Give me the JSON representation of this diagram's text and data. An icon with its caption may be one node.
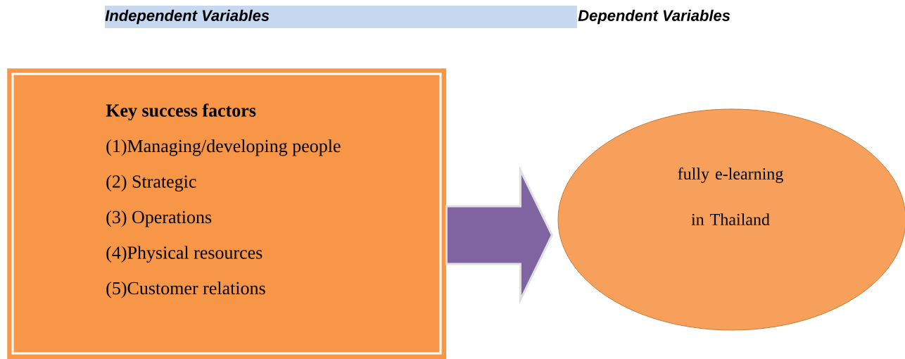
{
  "diagram": {
    "nodes": [
      {
        "text": [
          "Key success factors",
          "(1)Managing/developing people",
          "(2) Strategic",
          "(3) Operations",
          "(4)Physical resources",
          "(5)Customer relations"
        ]
      },
      {
        "text": [
          "fully e-learning in Thailand"
        ]
      }
    ],
    "edges": [
      {
        "from": 0,
        "to": 1,
        "arrow": "to"
      }
    ],
    "labels": [
      "Independent Variables",
      "Dependent Variables"
    ]
  }
}
